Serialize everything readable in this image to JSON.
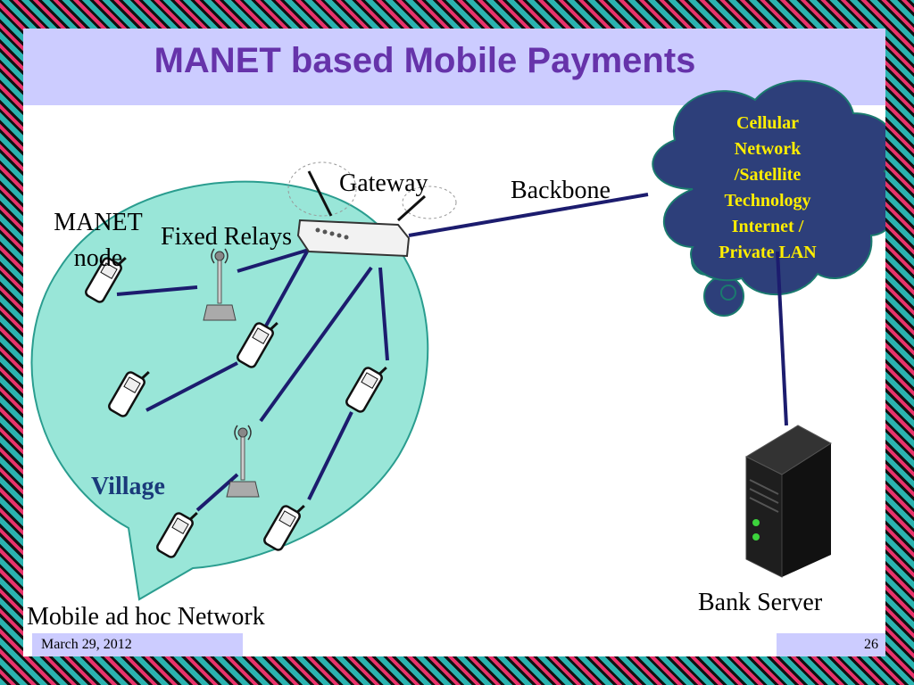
{
  "title": "MANET based Mobile Payments",
  "labels": {
    "gateway": "Gateway",
    "backbone": "Backbone",
    "manet_node": "MANET node",
    "fixed_relays": "Fixed Relays",
    "village": "Village",
    "mobile_adhoc": "Mobile ad hoc Network",
    "bank_server": "Bank Server",
    "cloud": [
      "Cellular",
      "Network",
      "/Satellite",
      "Technology",
      "Internet /",
      "Private LAN"
    ]
  },
  "footer": {
    "date": "March 29, 2012",
    "page": "26"
  },
  "colors": {
    "title": "#6633aa",
    "village_fill": "#99e6d8",
    "cloud_fill": "#2d3f7a",
    "cloud_text": "#ffee00",
    "link": "#1c1c6e"
  }
}
